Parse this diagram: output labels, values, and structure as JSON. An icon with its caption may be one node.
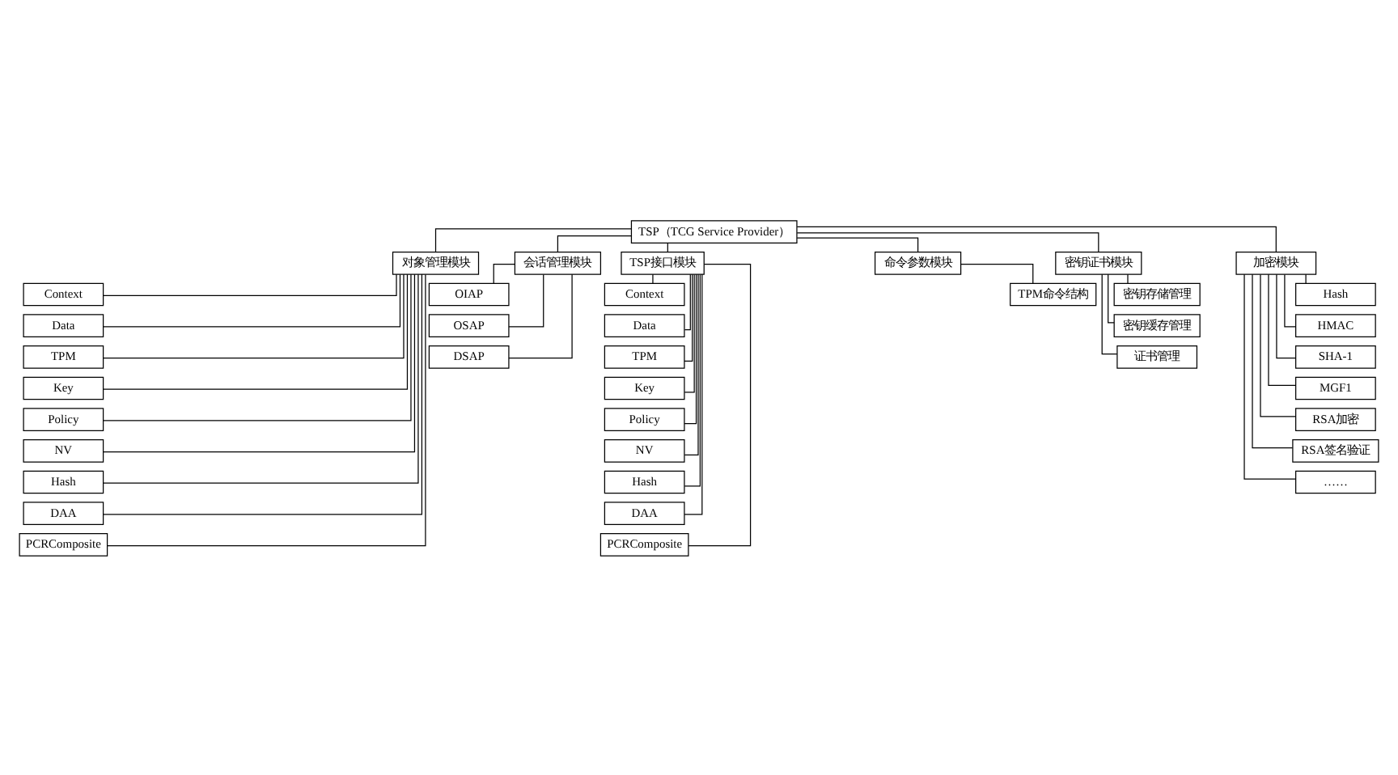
{
  "diagram": {
    "nodes": [
      {
        "text": [
          "TSP（TCG Service Provider）"
        ]
      },
      {
        "text": [
          "对象管理模块"
        ]
      },
      {
        "text": [
          "会话管理模块"
        ]
      },
      {
        "text": [
          "TSP接口模块"
        ]
      },
      {
        "text": [
          "命令参数模块"
        ]
      },
      {
        "text": [
          "密钥证书模块"
        ]
      },
      {
        "text": [
          "加密模块"
        ]
      },
      {
        "text": [
          "Context"
        ]
      },
      {
        "text": [
          "Data"
        ]
      },
      {
        "text": [
          "TPM"
        ]
      },
      {
        "text": [
          "Key"
        ]
      },
      {
        "text": [
          "Policy"
        ]
      },
      {
        "text": [
          "NV"
        ]
      },
      {
        "text": [
          "Hash"
        ]
      },
      {
        "text": [
          "DAA"
        ]
      },
      {
        "text": [
          "PCRComposite"
        ]
      },
      {
        "text": [
          "OIAP"
        ]
      },
      {
        "text": [
          "OSAP"
        ]
      },
      {
        "text": [
          "DSAP"
        ]
      },
      {
        "text": [
          "Context"
        ]
      },
      {
        "text": [
          "Data"
        ]
      },
      {
        "text": [
          "TPM"
        ]
      },
      {
        "text": [
          "Key"
        ]
      },
      {
        "text": [
          "Policy"
        ]
      },
      {
        "text": [
          "NV"
        ]
      },
      {
        "text": [
          "Hash"
        ]
      },
      {
        "text": [
          "DAA"
        ]
      },
      {
        "text": [
          "PCRComposite"
        ]
      },
      {
        "text": [
          "TPM命令结构"
        ]
      },
      {
        "text": [
          "密钥存储管理"
        ]
      },
      {
        "text": [
          "密钥缓存管理"
        ]
      },
      {
        "text": [
          "证书管理"
        ]
      },
      {
        "text": [
          "Hash"
        ]
      },
      {
        "text": [
          "HMAC"
        ]
      },
      {
        "text": [
          "SHA-1"
        ]
      },
      {
        "text": [
          "MGF1"
        ]
      },
      {
        "text": [
          "RSA加密"
        ]
      },
      {
        "text": [
          "RSA签名验证"
        ]
      },
      {
        "text": [
          "……"
        ]
      }
    ],
    "edges": [
      {
        "from": 0,
        "to": 1,
        "arrow": "none"
      },
      {
        "from": 0,
        "to": 2,
        "arrow": "none"
      },
      {
        "from": 0,
        "to": 3,
        "arrow": "none"
      },
      {
        "from": 0,
        "to": 4,
        "arrow": "none"
      },
      {
        "from": 0,
        "to": 5,
        "arrow": "none"
      },
      {
        "from": 0,
        "to": 6,
        "arrow": "none"
      },
      {
        "from": 1,
        "to": 7,
        "arrow": "none"
      },
      {
        "from": 1,
        "to": 8,
        "arrow": "none"
      },
      {
        "from": 1,
        "to": 9,
        "arrow": "none"
      },
      {
        "from": 1,
        "to": 10,
        "arrow": "none"
      },
      {
        "from": 1,
        "to": 11,
        "arrow": "none"
      },
      {
        "from": 1,
        "to": 12,
        "arrow": "none"
      },
      {
        "from": 1,
        "to": 13,
        "arrow": "none"
      },
      {
        "from": 1,
        "to": 14,
        "arrow": "none"
      },
      {
        "from": 1,
        "to": 15,
        "arrow": "none"
      },
      {
        "from": 2,
        "to": 16,
        "arrow": "none"
      },
      {
        "from": 2,
        "to": 17,
        "arrow": "none"
      },
      {
        "from": 2,
        "to": 18,
        "arrow": "none"
      },
      {
        "from": 3,
        "to": 19,
        "arrow": "none"
      },
      {
        "from": 3,
        "to": 20,
        "arrow": "none"
      },
      {
        "from": 3,
        "to": 21,
        "arrow": "none"
      },
      {
        "from": 3,
        "to": 22,
        "arrow": "none"
      },
      {
        "from": 3,
        "to": 23,
        "arrow": "none"
      },
      {
        "from": 3,
        "to": 24,
        "arrow": "none"
      },
      {
        "from": 3,
        "to": 25,
        "arrow": "none"
      },
      {
        "from": 3,
        "to": 26,
        "arrow": "none"
      },
      {
        "from": 3,
        "to": 27,
        "arrow": "none"
      },
      {
        "from": 4,
        "to": 28,
        "arrow": "none"
      },
      {
        "from": 5,
        "to": 29,
        "arrow": "none"
      },
      {
        "from": 5,
        "to": 30,
        "arrow": "none"
      },
      {
        "from": 5,
        "to": 31,
        "arrow": "none"
      },
      {
        "from": 6,
        "to": 32,
        "arrow": "none"
      },
      {
        "from": 6,
        "to": 33,
        "arrow": "none"
      },
      {
        "from": 6,
        "to": 34,
        "arrow": "none"
      },
      {
        "from": 6,
        "to": 35,
        "arrow": "none"
      },
      {
        "from": 6,
        "to": 36,
        "arrow": "none"
      },
      {
        "from": 6,
        "to": 37,
        "arrow": "none"
      },
      {
        "from": 6,
        "to": 38,
        "arrow": "none"
      }
    ]
  }
}
